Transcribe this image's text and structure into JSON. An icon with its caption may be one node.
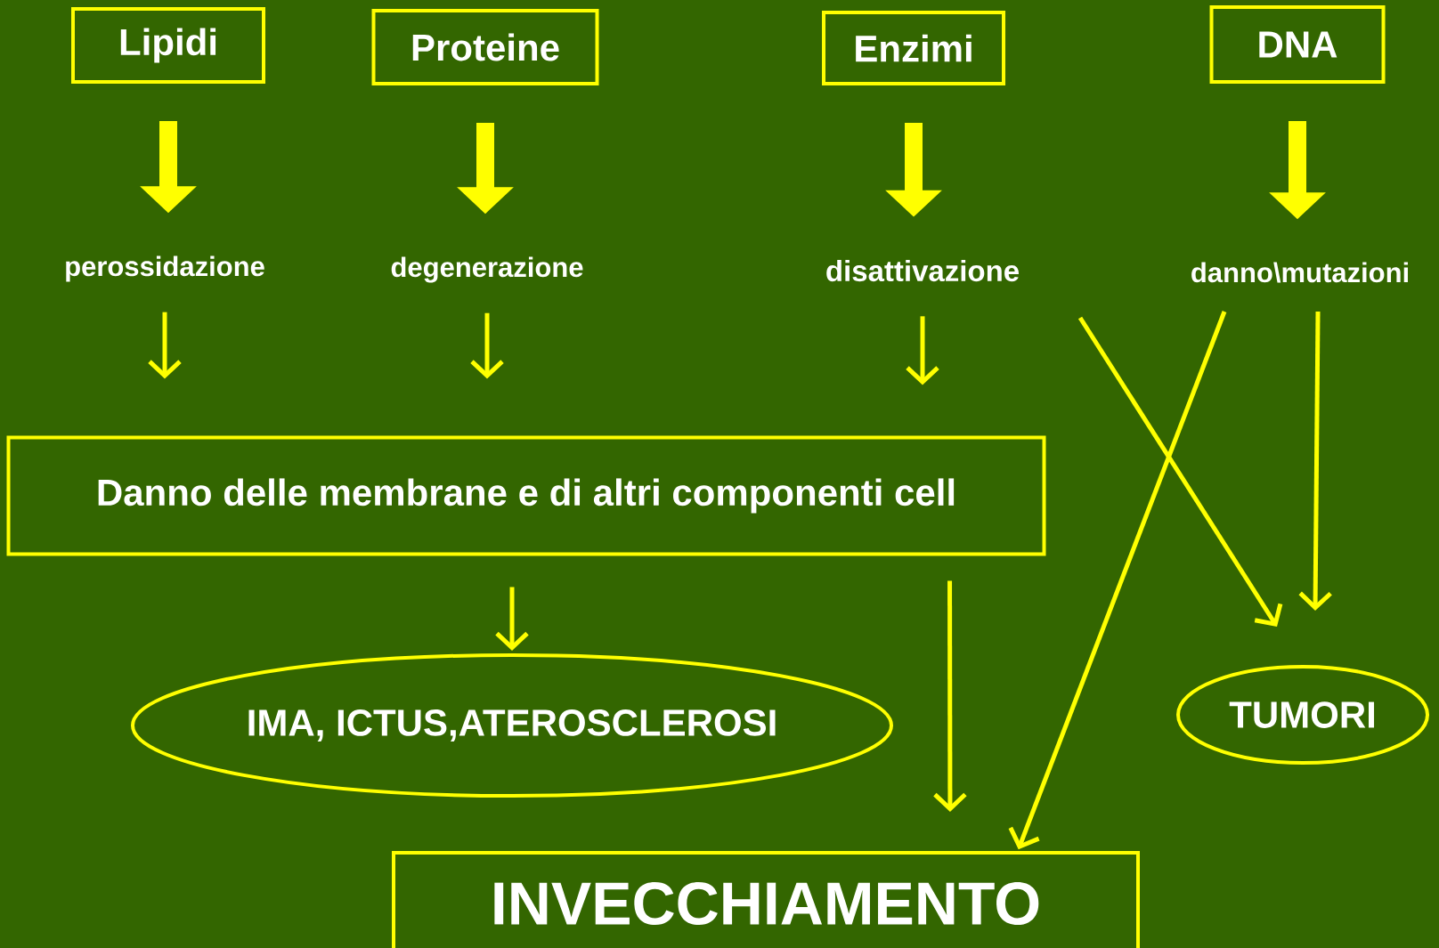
{
  "diagram": {
    "nodes": [
      {
        "text": [
          "Lipidi"
        ]
      },
      {
        "text": [
          "Proteine"
        ]
      },
      {
        "text": [
          "Enzimi"
        ]
      },
      {
        "text": [
          "DNA"
        ]
      },
      {
        "text": [
          "perossidazione"
        ]
      },
      {
        "text": [
          "degenerazione"
        ]
      },
      {
        "text": [
          "disattivazione"
        ]
      },
      {
        "text": [
          "danno\\mutazioni"
        ]
      },
      {
        "text": [
          "Danno delle membrane e di altri componenti cell"
        ]
      },
      {
        "text": [
          "IMA, ICTUS,ATEROSCLEROSI"
        ]
      },
      {
        "text": [
          "TUMORI"
        ]
      },
      {
        "text": [
          "INVECCHIAMENTO"
        ]
      }
    ],
    "edges": [
      {
        "from": 0,
        "to": 4,
        "arrow": "to",
        "style": "thick"
      },
      {
        "from": 1,
        "to": 5,
        "arrow": "to",
        "style": "thick"
      },
      {
        "from": 2,
        "to": 6,
        "arrow": "to",
        "style": "thick"
      },
      {
        "from": 3,
        "to": 7,
        "arrow": "to",
        "style": "thick"
      },
      {
        "from": 4,
        "to": 8,
        "arrow": "to"
      },
      {
        "from": 5,
        "to": 8,
        "arrow": "to"
      },
      {
        "from": 6,
        "to": 8,
        "arrow": "to"
      },
      {
        "from": 8,
        "to": 9,
        "arrow": "to"
      },
      {
        "from": 8,
        "to": 11,
        "arrow": "to"
      },
      {
        "from": 6,
        "to": 10,
        "arrow": "to"
      },
      {
        "from": 7,
        "to": 11,
        "arrow": "to"
      },
      {
        "from": 7,
        "to": 10,
        "arrow": "to"
      }
    ]
  }
}
